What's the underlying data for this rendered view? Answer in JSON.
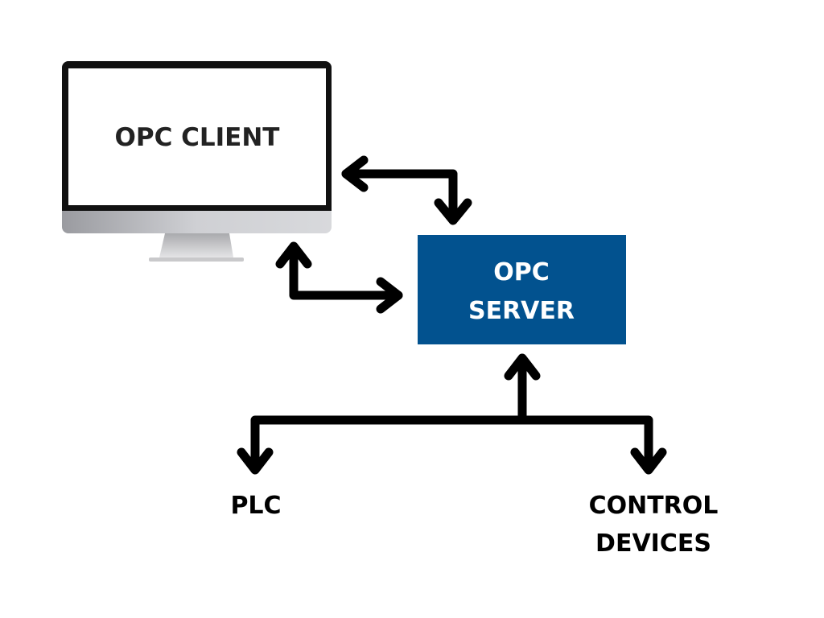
{
  "nodes": {
    "client": {
      "label": "OPC CLIENT",
      "icon": "computer-monitor-icon"
    },
    "server": {
      "lines": [
        "OPC",
        "SERVER"
      ],
      "color": "#02528f"
    },
    "plc": {
      "label": "PLC"
    },
    "devices": {
      "lines": [
        "CONTROL",
        "DEVICES"
      ]
    }
  },
  "edges": [
    {
      "from": "client",
      "to": "server",
      "direction": "bidirectional"
    },
    {
      "from": "server",
      "to": "client",
      "direction": "bidirectional"
    },
    {
      "from": "server",
      "to": "plc",
      "direction": "bidirectional"
    },
    {
      "from": "server",
      "to": "devices",
      "direction": "bidirectional"
    }
  ],
  "colors": {
    "arrow": "#000000",
    "text": "#222222"
  }
}
